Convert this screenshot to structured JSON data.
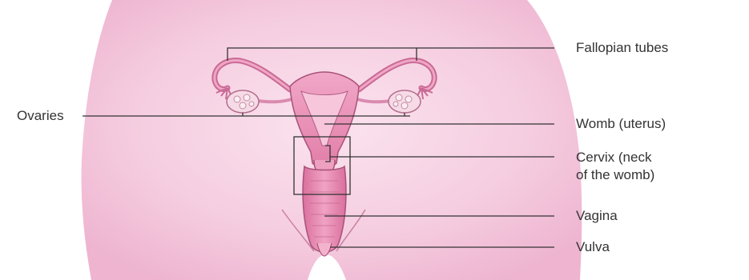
{
  "labels": {
    "fallopian_tubes": "Fallopian tubes",
    "ovaries": "Ovaries",
    "womb": "Womb (uterus)",
    "cervix_line1": "Cervix (neck",
    "cervix_line2": "of the womb)",
    "vagina": "Vagina",
    "vulva": "Vulva"
  },
  "colors": {
    "body_pink": "#f3c9dd",
    "uterus_pink": "#e88fb5",
    "outline": "#7a3a55",
    "leader_line": "#333333",
    "background": "#ffffff"
  }
}
